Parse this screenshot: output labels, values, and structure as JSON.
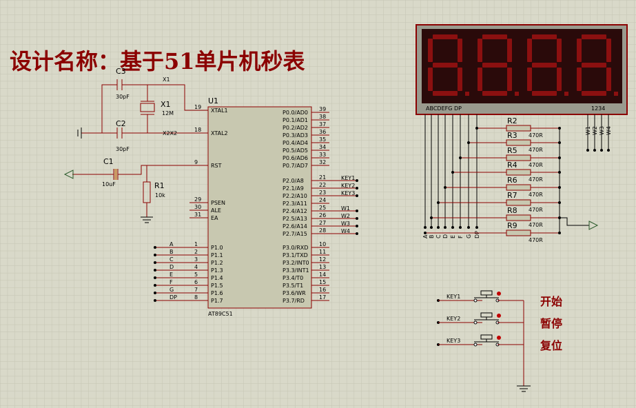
{
  "title": "设计名称：基于51单片机秒表",
  "colors": {
    "background": "#d9d9c9",
    "grid": "#c6c6b4",
    "wire": "#8b0000",
    "ic_body": "#c8c8b0",
    "display_frame": "#8b0000",
    "segment_off": "#8b1010",
    "button_label": "#8b0000"
  },
  "mcu": {
    "ref": "U1",
    "part": "AT89C51",
    "left_pins": [
      {
        "num": "19",
        "name": "XTAL1"
      },
      {
        "num": "18",
        "name": "XTAL2"
      },
      {
        "num": "9",
        "name": "RST"
      },
      {
        "num": "29",
        "name": "PSEN"
      },
      {
        "num": "30",
        "name": "ALE"
      },
      {
        "num": "31",
        "name": "EA"
      },
      {
        "num": "1",
        "name": "P1.0"
      },
      {
        "num": "2",
        "name": "P1.1"
      },
      {
        "num": "3",
        "name": "P1.2"
      },
      {
        "num": "4",
        "name": "P1.3"
      },
      {
        "num": "5",
        "name": "P1.4"
      },
      {
        "num": "6",
        "name": "P1.5"
      },
      {
        "num": "7",
        "name": "P1.6"
      },
      {
        "num": "8",
        "name": "P1.7"
      }
    ],
    "right_pins": [
      {
        "num": "39",
        "name": "P0.0/AD0"
      },
      {
        "num": "38",
        "name": "P0.1/AD1"
      },
      {
        "num": "37",
        "name": "P0.2/AD2"
      },
      {
        "num": "36",
        "name": "P0.3/AD3"
      },
      {
        "num": "35",
        "name": "P0.4/AD4"
      },
      {
        "num": "34",
        "name": "P0.5/AD5"
      },
      {
        "num": "33",
        "name": "P0.6/AD6"
      },
      {
        "num": "32",
        "name": "P0.7/AD7"
      },
      {
        "num": "21",
        "name": "P2.0/A8"
      },
      {
        "num": "22",
        "name": "P2.1/A9"
      },
      {
        "num": "23",
        "name": "P2.2/A10"
      },
      {
        "num": "24",
        "name": "P2.3/A11"
      },
      {
        "num": "25",
        "name": "P2.4/A12"
      },
      {
        "num": "26",
        "name": "P2.5/A13"
      },
      {
        "num": "27",
        "name": "P2.6/A14"
      },
      {
        "num": "28",
        "name": "P2.7/A15"
      },
      {
        "num": "10",
        "name": "P3.0/RXD"
      },
      {
        "num": "11",
        "name": "P3.1/TXD"
      },
      {
        "num": "12",
        "name": "P3.2/INT0"
      },
      {
        "num": "13",
        "name": "P3.3/INT1"
      },
      {
        "num": "14",
        "name": "P3.4/T0"
      },
      {
        "num": "15",
        "name": "P3.5/T1"
      },
      {
        "num": "16",
        "name": "P3.6/WR"
      },
      {
        "num": "17",
        "name": "P3.7/RD"
      }
    ]
  },
  "p1_nets": [
    "A",
    "B",
    "C",
    "D",
    "E",
    "F",
    "G",
    "DP"
  ],
  "p2_nets": [
    "KEY1",
    "KEY2",
    "KEY3",
    "",
    "W1",
    "W2",
    "W3",
    "W4"
  ],
  "components": {
    "c3": {
      "ref": "C3",
      "value": "30pF"
    },
    "c2": {
      "ref": "C2",
      "value": "30pF"
    },
    "c1": {
      "ref": "C1",
      "value": "10uF"
    },
    "x1": {
      "ref": "X1",
      "value": "12M"
    },
    "r1": {
      "ref": "R1",
      "value": "10k"
    },
    "net_x1": "X1",
    "net_x2": "X2X2"
  },
  "display": {
    "segment_labels": "ABCDEFG DP",
    "digit_labels": "1234",
    "digits": 4
  },
  "resistors": [
    {
      "ref": "R2",
      "value": "470R"
    },
    {
      "ref": "R3",
      "value": "470R"
    },
    {
      "ref": "R5",
      "value": "470R"
    },
    {
      "ref": "R4",
      "value": "470R"
    },
    {
      "ref": "R6",
      "value": "470R"
    },
    {
      "ref": "R7",
      "value": "470R"
    },
    {
      "ref": "R8",
      "value": "470R"
    },
    {
      "ref": "R9",
      "value": "470R"
    }
  ],
  "seg_bus_labels": [
    "A",
    "B",
    "C",
    "D",
    "E",
    "F",
    "G",
    "DP"
  ],
  "digit_nets": [
    "W1",
    "W2",
    "W3",
    "W4"
  ],
  "keys": [
    {
      "net": "KEY1",
      "label": "开始"
    },
    {
      "net": "KEY2",
      "label": "暂停"
    },
    {
      "net": "KEY3",
      "label": "复位"
    }
  ]
}
